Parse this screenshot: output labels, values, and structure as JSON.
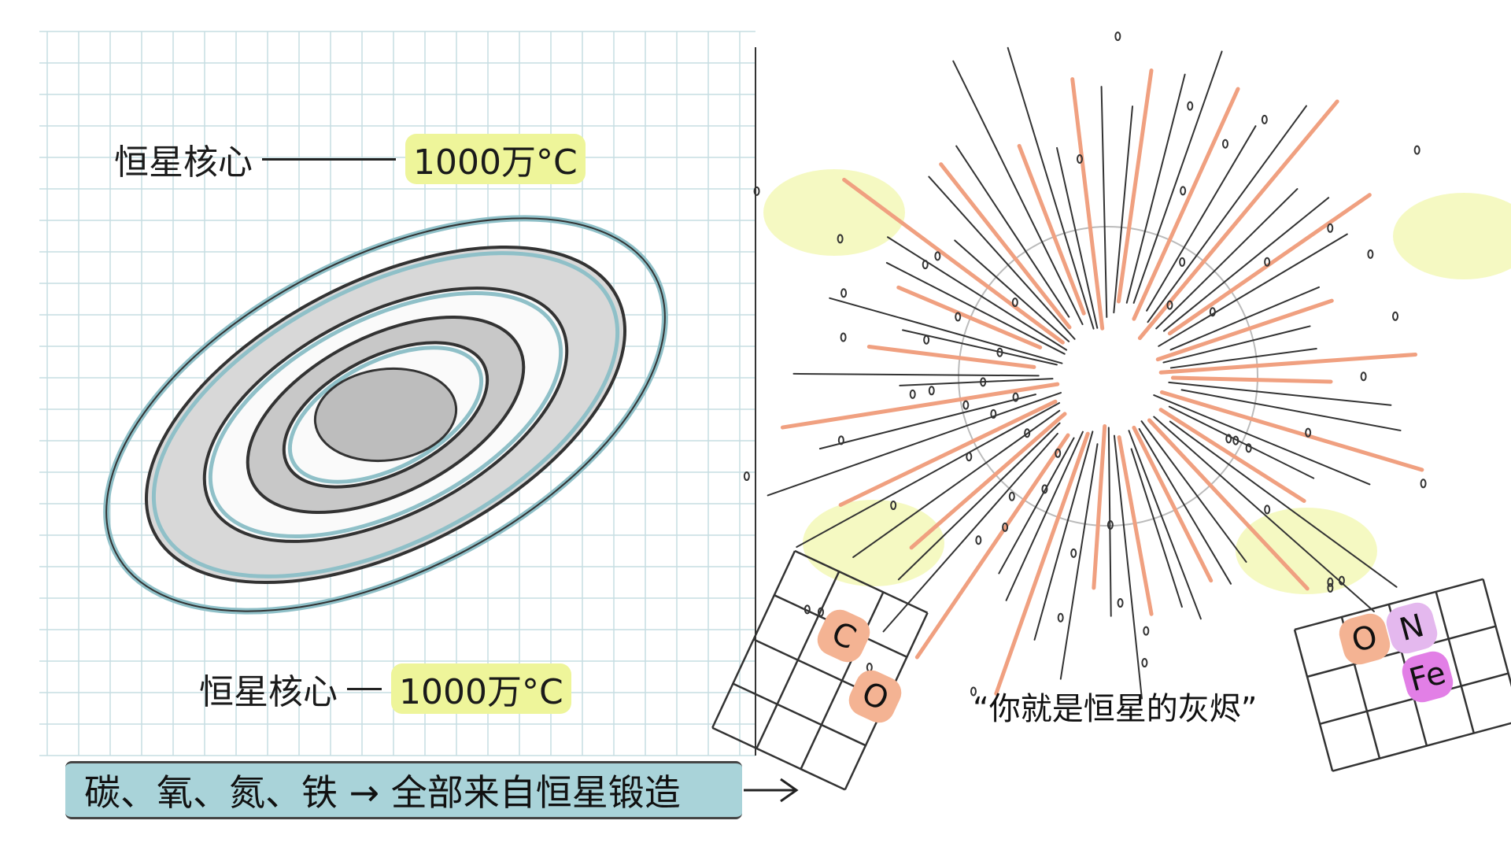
{
  "top_label": {
    "text": "恒星核心",
    "value": "1000万°C"
  },
  "bottom_label": {
    "text": "恒星核心",
    "value": "1000万°C"
  },
  "banner": {
    "text": "碳、氧、氮、铁 → 全部来自恒星锻造",
    "arrow": "→"
  },
  "quote": "“你就是恒星的灰烬”",
  "elements_left": [
    "C",
    "O"
  ],
  "elements_right": [
    "O",
    "N",
    "Fe"
  ],
  "colors": {
    "grid": "#c6dde2",
    "ring": "#8fc0c8",
    "highlight": "#eef59a",
    "ray": "#f0a080",
    "oxygen_carbon": "#f4b393",
    "nitrogen": "#e4b8ee",
    "iron": "#e27fe6",
    "banner": "#a9d3d9",
    "glow": "#eef59a"
  }
}
